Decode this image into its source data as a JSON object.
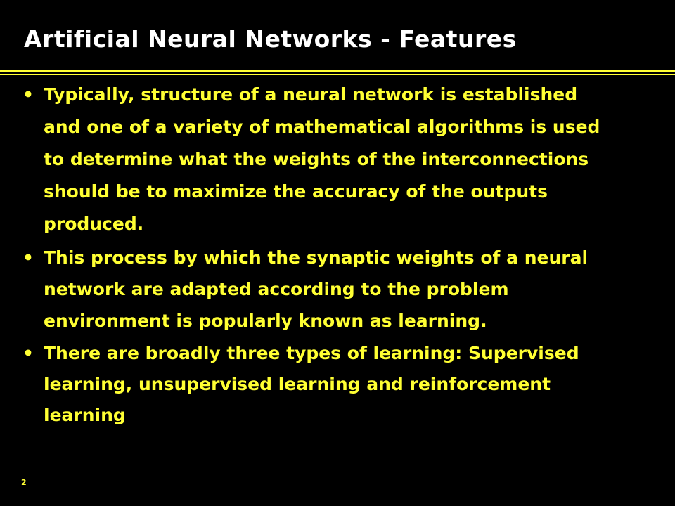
{
  "slide": {
    "title": "Artificial Neural Networks - Features",
    "bullets": [
      {
        "lines": [
          "Typically, structure of a neural network is established",
          "and one of a variety of mathematical algorithms is used",
          "to determine what the weights of the interconnections",
          "should be to maximize the accuracy of the outputs",
          "produced."
        ]
      },
      {
        "lines": [
          "This process by which the synaptic weights of a neural",
          "network are adapted according to the problem",
          "environment is popularly known as learning."
        ]
      },
      {
        "lines": [
          "There are broadly three types of learning: Supervised",
          "learning, unsupervised learning and reinforcement",
          "learning"
        ]
      }
    ],
    "bullet_symbol": "•",
    "page_number": "2",
    "colors": {
      "background": "#000000",
      "title": "#ffffff",
      "body_text": "#ffff33",
      "rule": "#ffff33"
    }
  }
}
